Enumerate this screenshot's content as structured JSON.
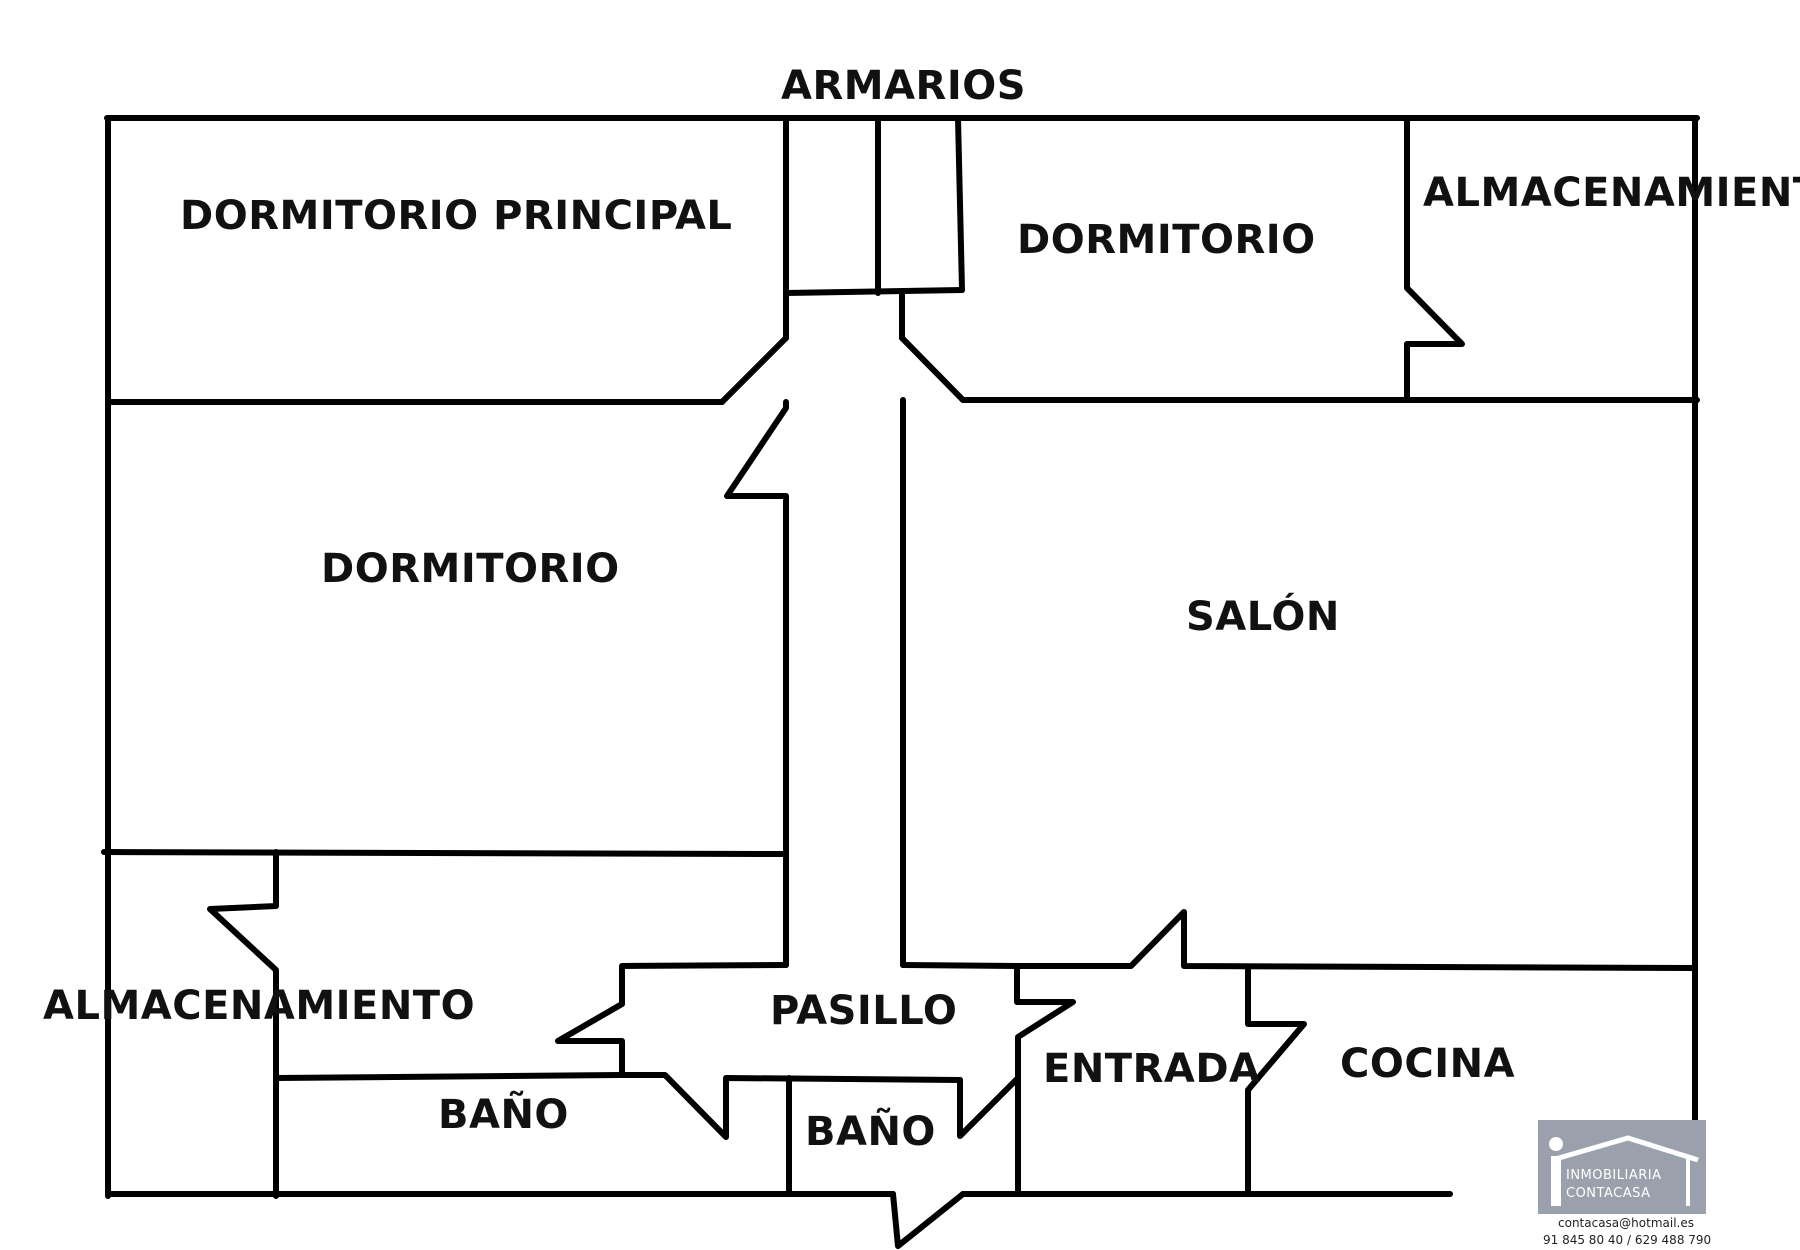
{
  "rooms": {
    "armarios": "ARMARIOS",
    "dormitorio_principal": "DORMITORIO PRINCIPAL",
    "dormitorio_top": "DORMITORIO",
    "almacenamiento_top": "ALMACENAMIENTO",
    "dormitorio_left": "DORMITORIO",
    "salon": "SALÓN",
    "almacenamiento_left": "ALMACENAMIENTO",
    "pasillo": "PASILLO",
    "entrada": "ENTRADA",
    "cocina": "COCINA",
    "bano_left": "BAÑO",
    "bano_center": "BAÑO"
  },
  "logo": {
    "line1": "INMOBILIARIA",
    "line2": "CONTACASA",
    "email": "contacasa@hotmail.es",
    "phones": "91 845 80 40 / 629 488 790"
  }
}
